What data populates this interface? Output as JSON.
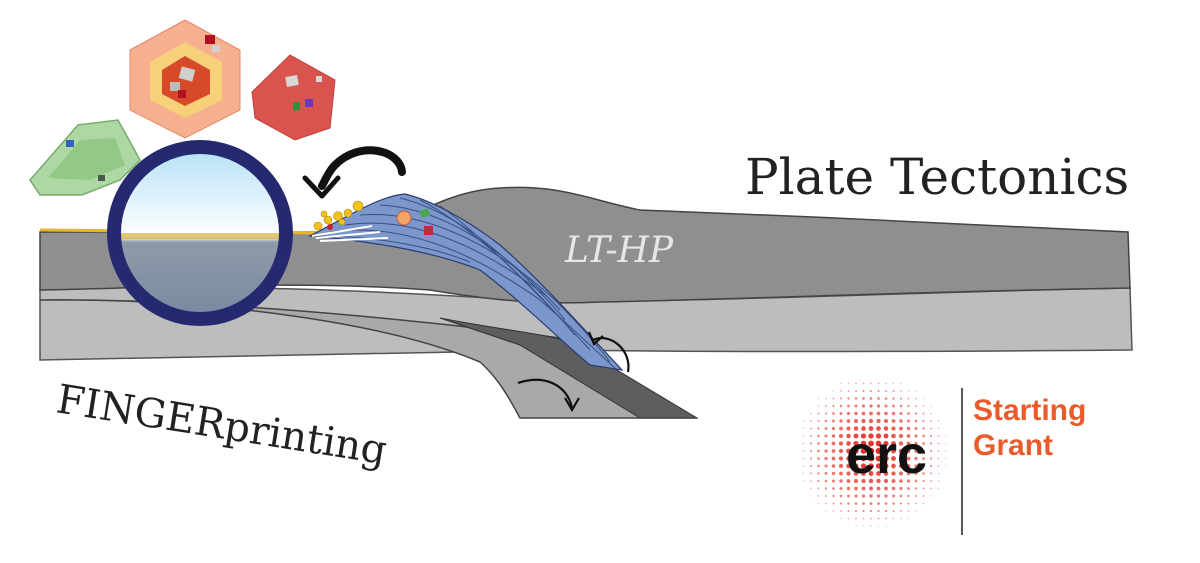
{
  "texts": {
    "title": "Plate Tectonics",
    "zone_label": "LT-HP",
    "fingerprinting": "FINGERprinting",
    "erc_wordmark": "erc",
    "grant_line1": "Starting",
    "grant_line2": "Grant"
  },
  "colors": {
    "dark_crust": "#8c8c8c",
    "light_mantle": "#bdbdbd",
    "slab": "#6b6b6b",
    "wedge_blue": "#7a96cc",
    "lens_ring": "#252a70",
    "erc_red": "#e2231a",
    "grant_orange": "#ea5b2a",
    "sediment_yellow": "#f2c21c"
  },
  "icons": {
    "lens": "magnifier-lens-icon",
    "erc_logo": "erc-dots-logo"
  }
}
